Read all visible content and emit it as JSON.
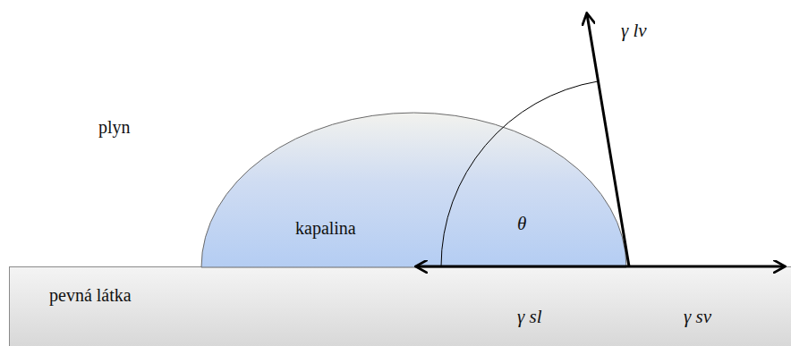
{
  "diagram": {
    "nodes": [
      {
        "text": [
          "kapalina"
        ]
      },
      {
        "text": [
          "pevná látka"
        ]
      }
    ],
    "labels": [
      "plyn",
      "θ",
      "γ lv",
      "γ sl",
      "γ sv"
    ]
  }
}
